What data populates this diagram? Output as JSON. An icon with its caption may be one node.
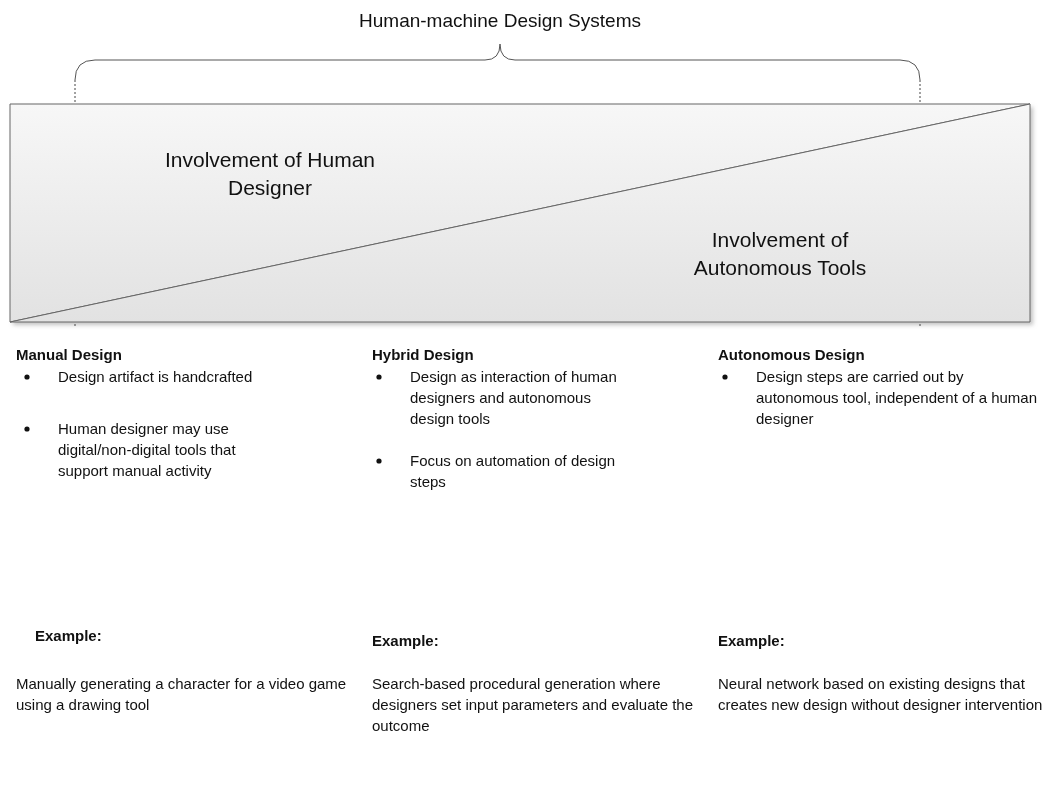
{
  "diagram": {
    "title": "Human-machine Design Systems",
    "nodes": [
      {
        "text": [
          "Involvement of Human Designer"
        ]
      },
      {
        "text": [
          "Involvement of Autonomous Tools"
        ]
      }
    ],
    "edges": [],
    "labels": [
      "Manual Design",
      "Design artifact is handcrafted",
      "Human designer may use digital/non-digital tools that support manual activity",
      "Example:",
      "Manually generating a character for a video game using a drawing tool",
      "Hybrid Design",
      "Design as interaction of human designers and autonomous design tools",
      "Focus on automation of design steps",
      "Example:",
      "Search-based procedural generation where designers set input parameters and evaluate the outcome",
      "Autonomous Design",
      "Design steps are carried out by autonomous tool, independent of a human designer",
      "Example:",
      "Neural network based on existing designs that creates new design without designer intervention"
    ]
  }
}
